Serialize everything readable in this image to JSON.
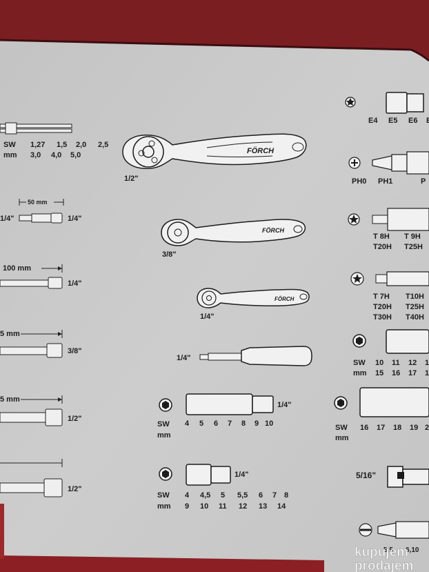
{
  "colors": {
    "background": "#c9c9c9",
    "ink": "#1c1c1c",
    "tool_fill": "#f1f1f1",
    "frame_red": "#7a1e22"
  },
  "left_column": {
    "sw": "SW",
    "mm": "mm",
    "sw_values": [
      "1,27",
      "1,5",
      "2,0",
      "2,5"
    ],
    "mm_values": [
      "3,0",
      "4,0",
      "5,0"
    ],
    "len50": "50 mm",
    "q1": "1/4\"",
    "q1b": "1/4\"",
    "len100": "100 mm",
    "q2": "1/4\"",
    "len3": "5 mm",
    "q3": "3/8\"",
    "len4": "5 mm",
    "q4": "1/2\"",
    "q5": "1/2\""
  },
  "ratchets": {
    "brand": "FÖRCH",
    "r1": "1/2\"",
    "r2": "3/8\"",
    "r3": "1/4\"",
    "screwdriver": "1/4\""
  },
  "center_sockets": {
    "small_size": "1/4\"",
    "sw": "SW",
    "mm": "mm",
    "small_values": [
      "4",
      "5",
      "6",
      "7",
      "8",
      "9",
      "10"
    ],
    "deep_size": "1/4\"",
    "deep_row1": [
      "4",
      "4,5",
      "5",
      "5,5",
      "6",
      "7",
      "8"
    ],
    "deep_row2": [
      "9",
      "10",
      "11",
      "12",
      "13",
      "14"
    ]
  },
  "right_column": {
    "e_row": [
      "E4",
      "E5",
      "E6",
      "E"
    ],
    "ph_row": [
      "PH0",
      "PH1",
      "P"
    ],
    "t_row1": [
      "T 8H",
      "T 9H"
    ],
    "t_row2": [
      "T20H",
      "T25H"
    ],
    "t2_row1": [
      "T 7H",
      "T10H"
    ],
    "t2_row2": [
      "T20H",
      "T25H"
    ],
    "t2_row3": [
      "T30H",
      "T40H"
    ],
    "sw": "SW",
    "mm": "mm",
    "sw_row1": [
      "10",
      "11",
      "12",
      "1"
    ],
    "sw_row2": [
      "15",
      "16",
      "17",
      "1"
    ],
    "sw2": "SW",
    "mm2": "mm",
    "big_row": [
      "16",
      "17",
      "18",
      "19",
      "2"
    ],
    "adapter": "5/16\"",
    "slot_row": [
      "5,5",
      "6,10"
    ]
  },
  "watermark": {
    "line1": "kupujem",
    "line2": "prodajem"
  }
}
